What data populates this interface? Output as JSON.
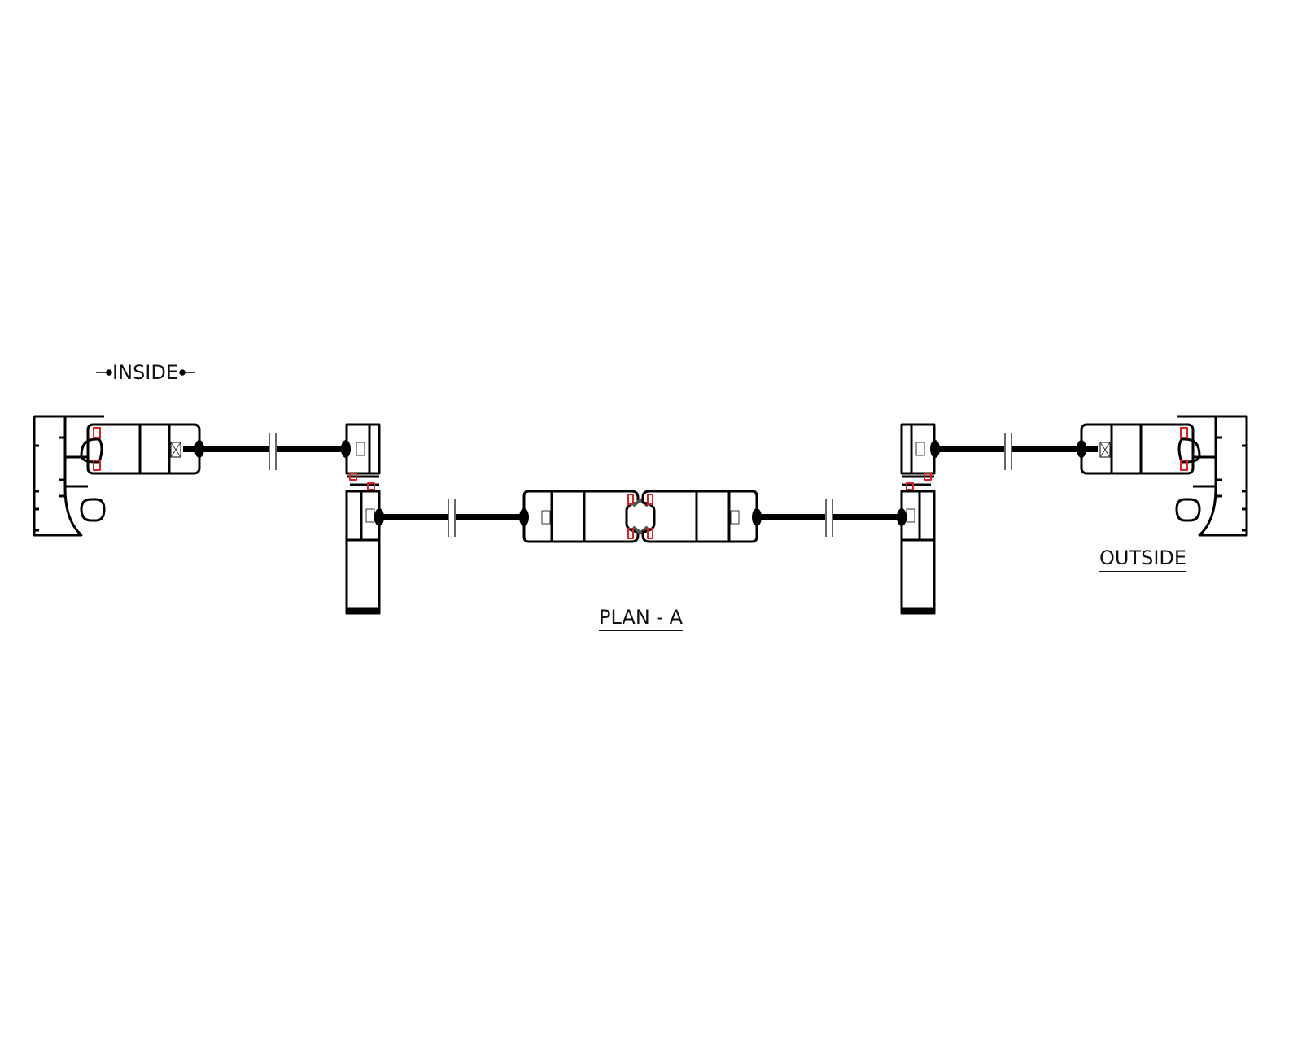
{
  "drawing": {
    "title": "PLAN - A",
    "inside_label": "INSIDE",
    "outside_label": "OUTSIDE"
  },
  "colors": {
    "line": "#000000",
    "gasket": "#e02020",
    "connector": "#555555"
  }
}
